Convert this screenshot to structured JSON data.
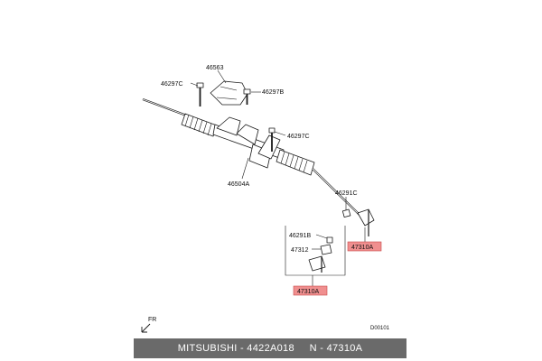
{
  "diagram": {
    "labels": {
      "p46563": "46563",
      "p46297c_top": "46297C",
      "p46297b": "46297B",
      "p46297c_mid": "46297C",
      "p46504a": "46504A",
      "p46291c": "46291C",
      "p47310a_right": "47310A",
      "p46291b": "46291B",
      "p47312": "47312",
      "p47310a_bottom": "47310A"
    },
    "fr_label": "FR",
    "code": "D00101",
    "highlight_color": "#f08f8f"
  },
  "footer": {
    "text": "MITSUBISHI - 4422A018     N - 47310A"
  }
}
